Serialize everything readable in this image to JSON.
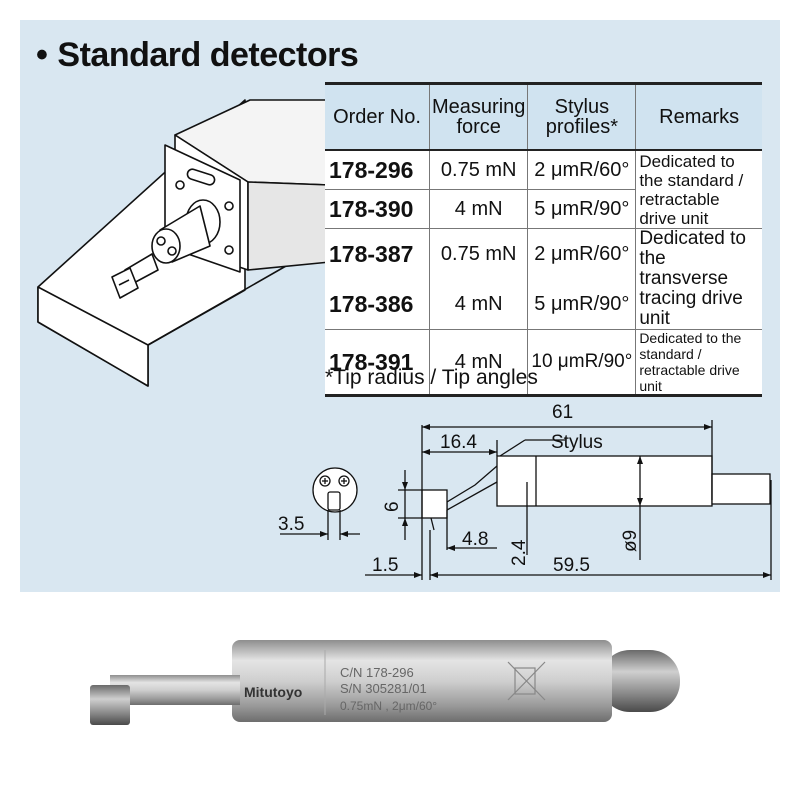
{
  "heading": {
    "bullet": "•",
    "text": "Standard detectors"
  },
  "table": {
    "headers": {
      "order_no": "Order No.",
      "force_line1": "Measuring",
      "force_line2": "force",
      "stylus_line1": "Stylus",
      "stylus_line2": "profiles*",
      "remarks": "Remarks"
    },
    "rows": [
      {
        "order_no": "178-296",
        "force": "0.75 mN",
        "profile": "2 μmR/60°"
      },
      {
        "order_no": "178-390",
        "force": "4 mN",
        "profile": "5 μmR/90°"
      },
      {
        "order_no": "178-387",
        "force": "0.75 mN",
        "profile": "2 μmR/60°"
      },
      {
        "order_no": "178-386",
        "force": "4 mN",
        "profile": "5 μmR/90°"
      },
      {
        "order_no": "178-391",
        "force": "4 mN",
        "profile": "10 μmR/90°"
      }
    ],
    "remarks": {
      "group1": "Dedicated to the standard / retractable drive unit",
      "group2": "Dedicated to the transverse tracing drive unit",
      "group3": "Dedicated to the standard / retractable drive unit"
    }
  },
  "footnote": "*Tip radius / Tip angles",
  "dimensions": {
    "total_length": "61",
    "tip_offset": "16.4",
    "stylus_label": "Stylus",
    "height": "6",
    "width": "3.5",
    "tip_width": "4.8",
    "tip_drop": "2.4",
    "diameter": "ø9",
    "front_gap": "1.5",
    "body_length": "59.5"
  },
  "photo_engraving": {
    "brand": "Mitutoyo",
    "cn": "C/N   178-296",
    "sn": "S/N   305281/01",
    "spec": "0.75mN  ,  2μm/60°"
  }
}
